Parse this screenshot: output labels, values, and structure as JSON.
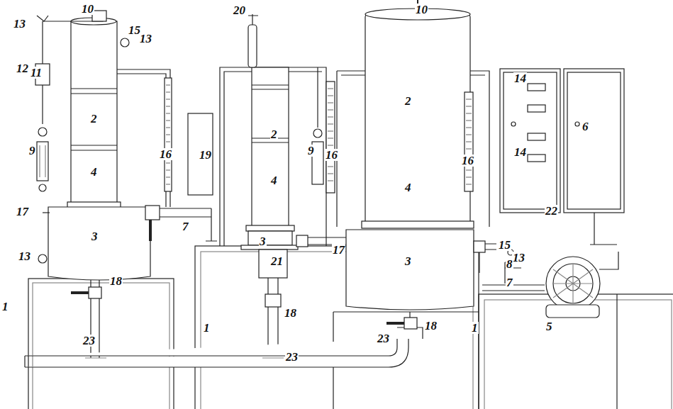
{
  "diagram": {
    "labels": [
      "13",
      "10",
      "15",
      "13",
      "20",
      "10",
      "12",
      "11",
      "2",
      "2",
      "2",
      "14",
      "14",
      "6",
      "9",
      "9",
      "16",
      "16",
      "16",
      "19",
      "4",
      "4",
      "4",
      "22",
      "17",
      "17",
      "7",
      "7",
      "3",
      "3",
      "3",
      "15",
      "13",
      "8",
      "13",
      "21",
      "18",
      "18",
      "18",
      "1",
      "1",
      "1",
      "23",
      "23",
      "23",
      "5"
    ]
  }
}
